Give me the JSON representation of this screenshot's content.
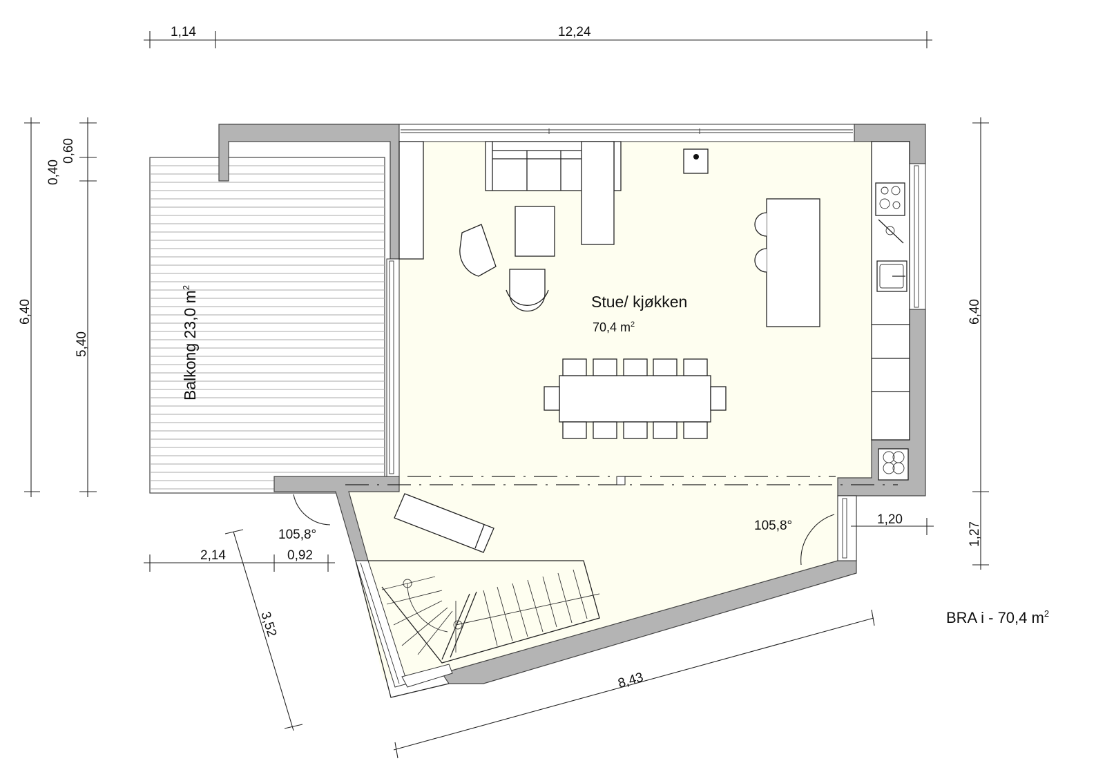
{
  "plan": {
    "rooms": [
      {
        "name": "Stue/ kjøkken",
        "area": "70,4 m",
        "area_sup": "2"
      },
      {
        "name": "Balkong",
        "label": "Balkong 23,0 m",
        "area_sup": "2"
      }
    ],
    "total": {
      "label": "BRA i  - 70,4 m",
      "sup": "2"
    }
  },
  "dimensions": {
    "top": [
      "1,14",
      "12,24"
    ],
    "left_outer": "6,40",
    "left_inner": [
      "0,40",
      "0,60",
      "5,40"
    ],
    "right": [
      "6,40",
      "1,27"
    ],
    "right_step": "1,20",
    "bottom_left": [
      "2,14",
      "0,92"
    ],
    "diagonal_left": "3,52",
    "diagonal_bottom": "8,43",
    "angles": [
      "105,8°",
      "105,8°"
    ]
  },
  "colors": {
    "wall": "#b4b4b4",
    "floor": "#fefef0",
    "line": "#222222"
  }
}
